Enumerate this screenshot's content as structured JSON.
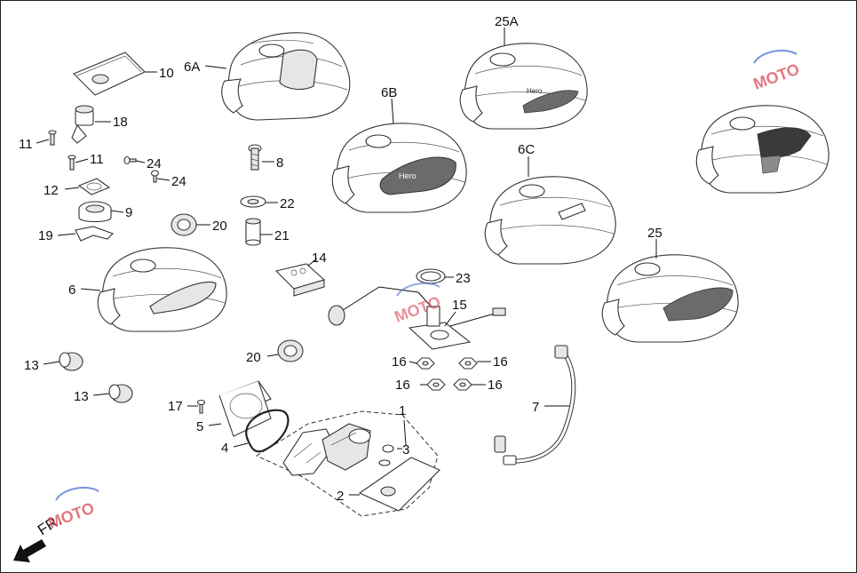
{
  "diagram": {
    "brand_text": "Hero",
    "direction_label": "FR.",
    "watermark_text": "MOTO",
    "callouts": {
      "p1": "1",
      "p2": "2",
      "p3": "3",
      "p4": "4",
      "p5": "5",
      "p6": "6",
      "p6a": "6A",
      "p6b": "6B",
      "p6c": "6C",
      "p7": "7",
      "p8": "8",
      "p9": "9",
      "p10": "10",
      "p11a": "11",
      "p11b": "11",
      "p12": "12",
      "p13a": "13",
      "p13b": "13",
      "p14": "14",
      "p15": "15",
      "p16a": "16",
      "p16b": "16",
      "p16c": "16",
      "p16d": "16",
      "p17": "17",
      "p18": "18",
      "p19": "19",
      "p20a": "20",
      "p20b": "20",
      "p21": "21",
      "p22": "22",
      "p23": "23",
      "p24a": "24",
      "p24b": "24",
      "p25": "25",
      "p25a": "25A"
    },
    "colors": {
      "line": "#333333",
      "shade": "#e6e6e6",
      "badge": "#6b6b6b",
      "badge_dark": "#3a3a3a",
      "watermark": "#d94b5a"
    }
  }
}
